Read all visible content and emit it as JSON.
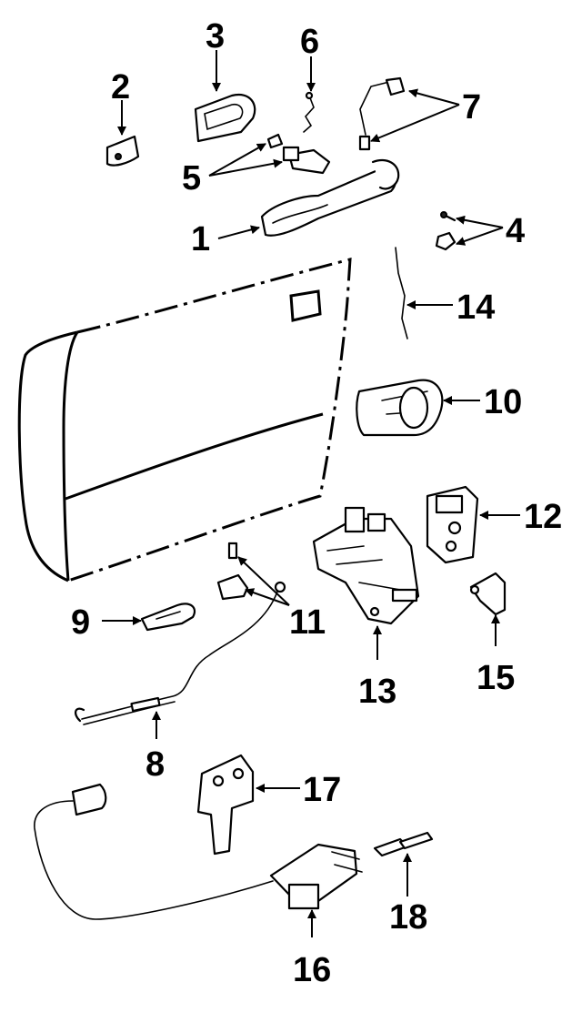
{
  "diagram": {
    "callouts": {
      "c1": "1",
      "c2": "2",
      "c3": "3",
      "c4": "4",
      "c5": "5",
      "c6": "6",
      "c7": "7",
      "c8": "8",
      "c9": "9",
      "c10": "10",
      "c11": "11",
      "c12": "12",
      "c13": "13",
      "c14": "14",
      "c15": "15",
      "c16": "16",
      "c17": "17",
      "c18": "18"
    },
    "colors": {
      "ink": "#000000",
      "paper": "#ffffff"
    }
  }
}
